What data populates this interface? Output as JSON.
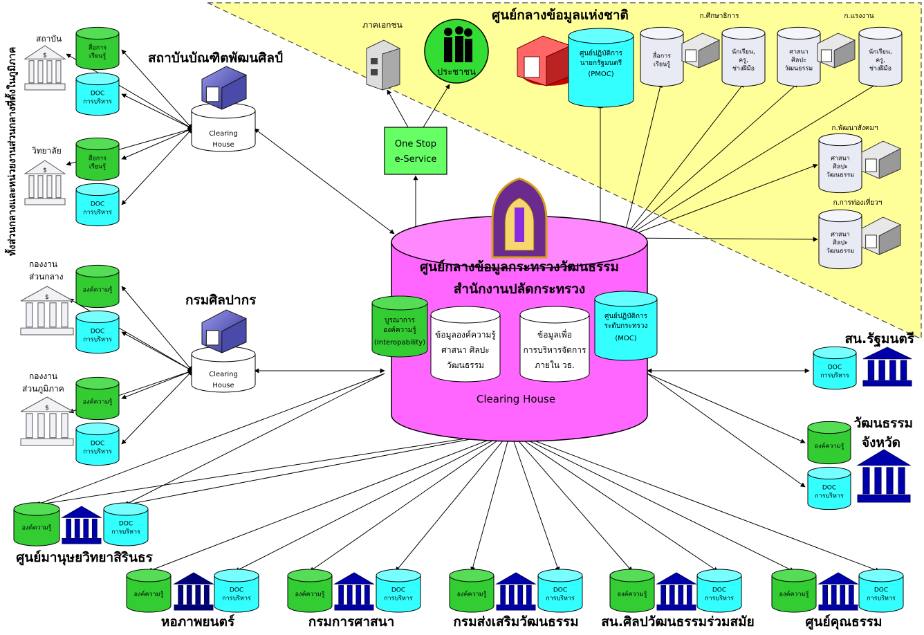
{
  "side_title": "ทั้งส่วนกลางและหน่วยงานส่วนกลางที่ตั้งในภูมิภาค",
  "hub": {
    "title": "ศูนย์กลางข้อมูลกระทรวงวัฒนธรรม",
    "subtitle": "สำนักงานปลัดกระทรวง",
    "footer": "Clearing House",
    "inner_left": [
      "บูรณาการ",
      "องค์ความรู้",
      "(Interopability)"
    ],
    "inner_mid1": [
      "ข้อมูลองค์ความรู้",
      "ศาสนา ศิลปะ",
      "วัฒนธรรม"
    ],
    "inner_mid2": [
      "ข้อมูลเพื่อ",
      "การบริหารจัดการ",
      "ภายใน วธ."
    ],
    "inner_right": [
      "ศูนย์ปฏิบัติการ",
      "ระดับกระทรวง",
      "(MOC)"
    ]
  },
  "one_stop": [
    "One Stop",
    "e-Service"
  ],
  "private_sector": "ภาคเอกชน",
  "people": "ประชาชน",
  "national_center": {
    "title": "ศูนย์กลางข้อมูลแห่งชาติ",
    "pmoc": [
      "ศูนย์ปฏิบัติการ",
      "นายกรัฐมนตรี",
      "(PMOC)"
    ]
  },
  "ministries": {
    "education": "ก.ศึกษาธิการ",
    "labour": "ก.แรงงาน",
    "social": "ก.พัฒนาสังคมฯ",
    "tourism": "ก.การท่องเที่ยวฯ",
    "learning_media": [
      "สื่อการ",
      "เรียนรู้"
    ],
    "students": [
      "นักเรียน,",
      "ครู,",
      "ช่างฝีมือ"
    ],
    "religion_art": [
      "ศาสนา",
      "ศิลปะ",
      "วัฒนธรรม"
    ]
  },
  "institute": {
    "name": "สถาบันบัณฑิตพัฒนศิลป์",
    "clearing": [
      "Clearing",
      "House"
    ]
  },
  "fine_arts": {
    "name": "กรมศิลปากร",
    "clearing": [
      "Clearing",
      "House"
    ]
  },
  "left_units": {
    "institution": "สถาบัน",
    "college": "วิทยาลัย",
    "central_div": [
      "กองงาน",
      "ส่วนกลาง"
    ],
    "regional_div": [
      "กองงาน",
      "ส่วนภูมิภาค"
    ]
  },
  "db_labels": {
    "learning": [
      "สื่อการ",
      "เรียนรู้"
    ],
    "doc": [
      "DOC",
      "การบริหาร"
    ],
    "knowledge": "องค์ความรู้"
  },
  "right_units": {
    "pm_office": "สน.รัฐมนตรี",
    "provincial": [
      "วัฒนธรรม",
      "จังหวัด"
    ]
  },
  "bottom_units": [
    "ศูนย์มานุษยวิทยาสิรินธร",
    "หอภาพยนตร์",
    "กรมการศาสนา",
    "กรมส่งเสริมวัฒนธรรม",
    "สน.ศิลปวัฒนธรรมร่วมสมัย",
    "ศูนย์คุณธรรม"
  ],
  "colors": {
    "yellow_zone": "#FFFF99",
    "hub": "#FF66FF",
    "green_db": "#33CC33",
    "cyan_db": "#33FFFF",
    "one_stop": "#66FF66",
    "blue_icon": "#0000AA"
  }
}
